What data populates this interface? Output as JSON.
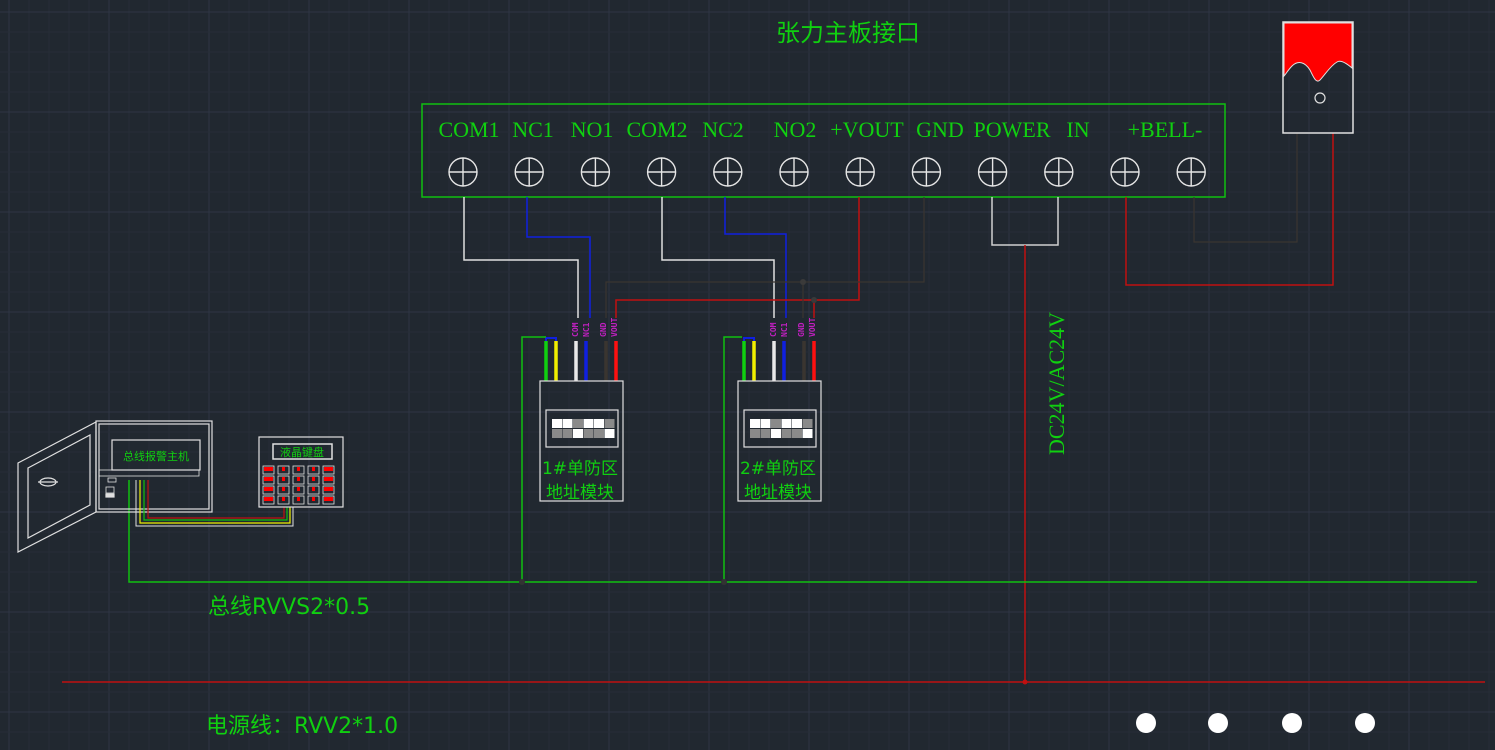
{
  "diagram": {
    "title": "张力主板接口",
    "terminal_labels": [
      "COM1",
      "NC1",
      "NO1",
      "COM2",
      "NC2",
      "NO2",
      "+VOUT",
      "GND",
      "POWER",
      "IN",
      "+BELL-"
    ],
    "terminal_count": 12,
    "modules": [
      {
        "label_line1": "1#单防区",
        "label_line2": "地址模块",
        "pins": [
          "COM",
          "NC1",
          "GND",
          "VOUT"
        ],
        "dip": [
          1,
          1,
          0,
          1,
          1,
          0,
          0,
          0,
          1,
          0,
          0,
          1
        ]
      },
      {
        "label_line1": "2#单防区",
        "label_line2": "地址模块",
        "pins": [
          "COM",
          "NC1",
          "GND",
          "VOUT"
        ],
        "dip": [
          1,
          1,
          0,
          1,
          1,
          0,
          0,
          0,
          1,
          0,
          0,
          1
        ]
      }
    ],
    "alarm_host_label": "总线报警主机",
    "keypad_label": "液晶键盘",
    "power_label": "DC24V/AC24V",
    "bus_line_label": "总线RVVS2*0.5",
    "power_line_label": "电源线：RVV2*1.0",
    "siren_label": "",
    "dots_count": 4
  },
  "colors": {
    "background": "#212830",
    "grid_minor": "#272e38",
    "grid_major": "#323a48",
    "text": "#10d010",
    "bus": "#10c010",
    "power": "#d01010",
    "white_wire": "#e0e0e0",
    "blue_wire": "#1020e0",
    "yellow_wire": "#f0f000",
    "dark_wire": "#3a3530",
    "pin_text": "#c020c0",
    "siren": "#ff0000"
  }
}
